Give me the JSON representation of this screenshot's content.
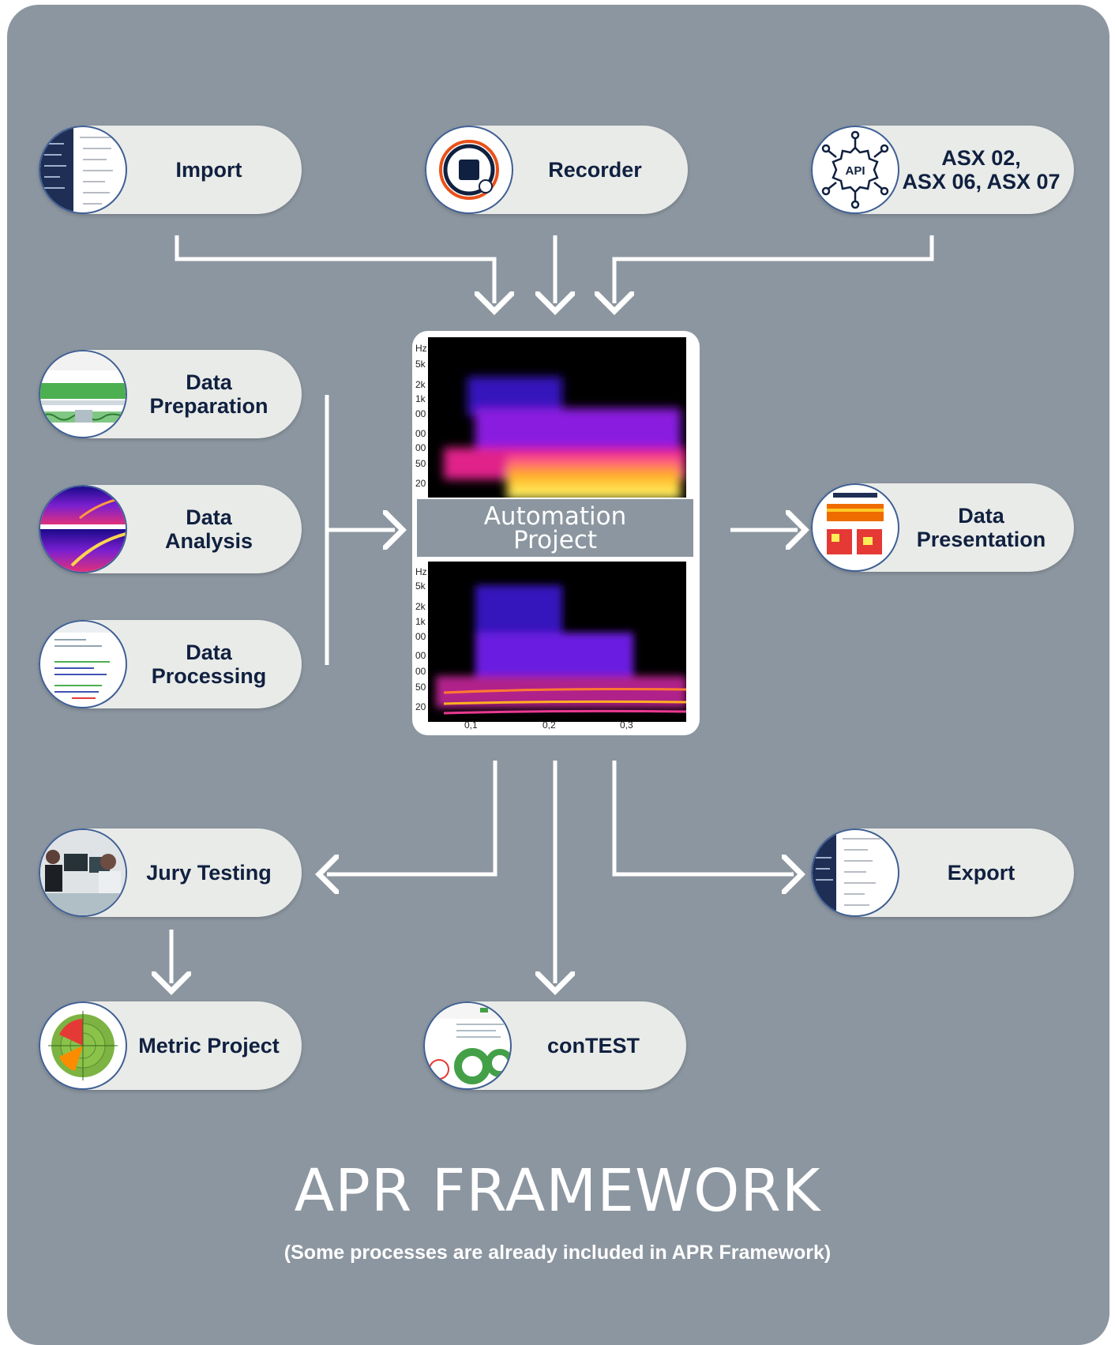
{
  "title": "APR FRAMEWORK",
  "subtitle": "(Some processes are already included in APR Framework)",
  "nodes": {
    "import": "Import",
    "recorder": "Recorder",
    "asx": "ASX 02,\nASX 06, ASX 07",
    "data_preparation": "Data\nPreparation",
    "data_analysis": "Data\nAnalysis",
    "data_processing": "Data\nProcessing",
    "data_presentation": "Data\nPresentation",
    "jury_testing": "Jury Testing",
    "export": "Export",
    "metric_project": "Metric Project",
    "contest": "conTEST"
  },
  "api_label": "API",
  "center": {
    "label": "Automation\nProject",
    "y_ticks_top": [
      "Hz",
      "5k",
      "2k",
      "1k",
      "00",
      "00",
      "00",
      "50",
      "20"
    ],
    "y_ticks_bottom": [
      "Hz",
      "5k",
      "2k",
      "1k",
      "00",
      "00",
      "00",
      "50",
      "20"
    ],
    "x_ticks": [
      "0,1",
      "0,2",
      "0,3"
    ]
  },
  "colors": {
    "background": "#8c96a0",
    "pill": "#e9ebe8",
    "label_text": "#102040",
    "thumb_border": "#3f5f94",
    "arrow": "#ffffff"
  }
}
